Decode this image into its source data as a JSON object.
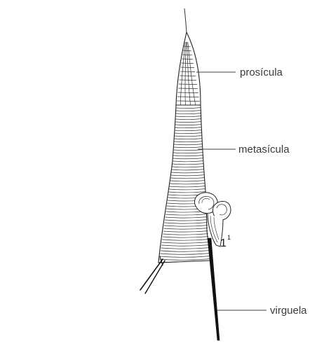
{
  "labels": {
    "prosicula": "prosícula",
    "metasicula": "metasícula",
    "virguela": "virguela",
    "theca_number": "1",
    "theca_superscript": "1"
  }
}
